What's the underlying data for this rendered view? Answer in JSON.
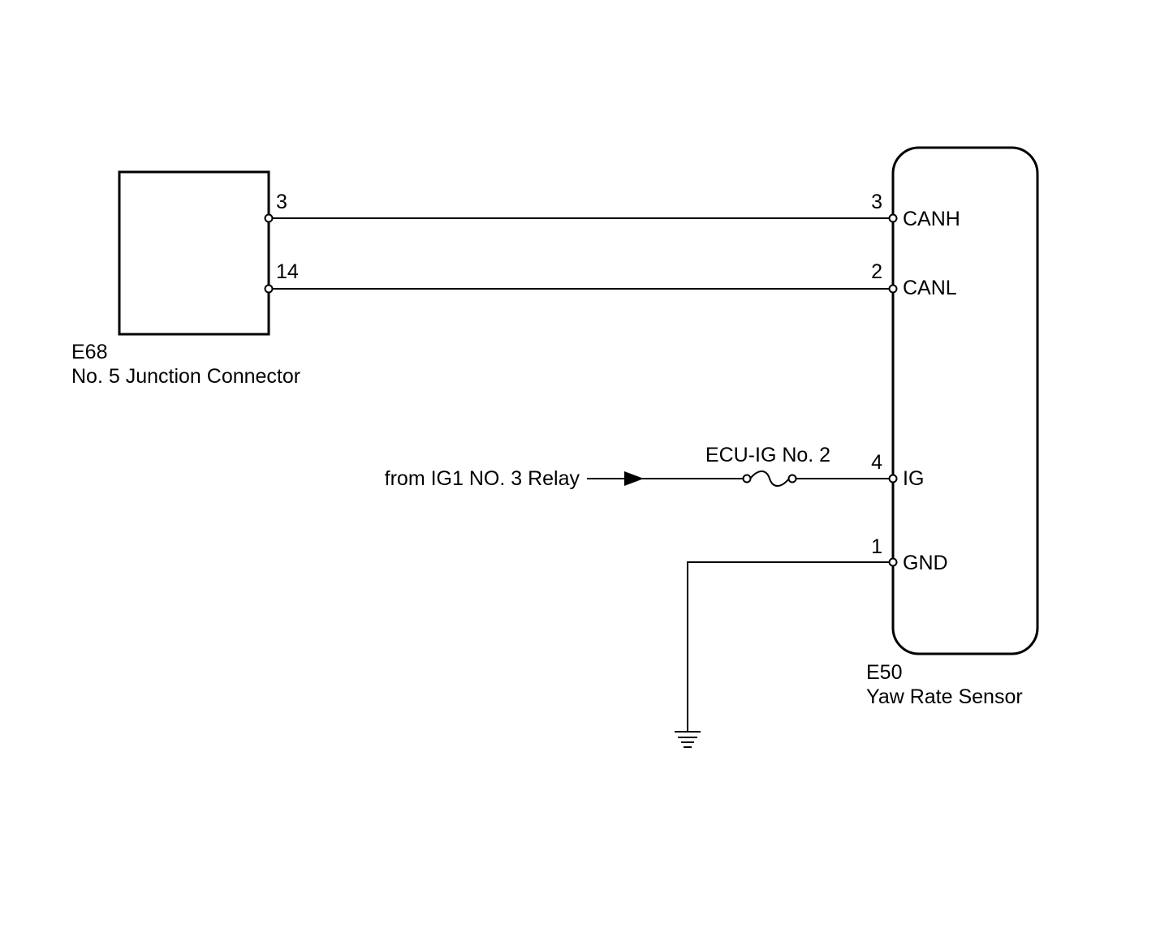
{
  "junction_connector": {
    "code": "E68",
    "name": "No. 5 Junction Connector",
    "pins": [
      "3",
      "14"
    ]
  },
  "yaw_rate_sensor": {
    "code": "E50",
    "name": "Yaw Rate Sensor",
    "pins": [
      {
        "number": "3",
        "signal": "CANH"
      },
      {
        "number": "2",
        "signal": "CANL"
      },
      {
        "number": "4",
        "signal": "IG"
      },
      {
        "number": "1",
        "signal": "GND"
      }
    ]
  },
  "power_source": {
    "label": "from IG1 NO. 3 Relay",
    "fuse_label": "ECU-IG No. 2"
  },
  "colors": {
    "line": "#000000",
    "background": "#ffffff"
  }
}
